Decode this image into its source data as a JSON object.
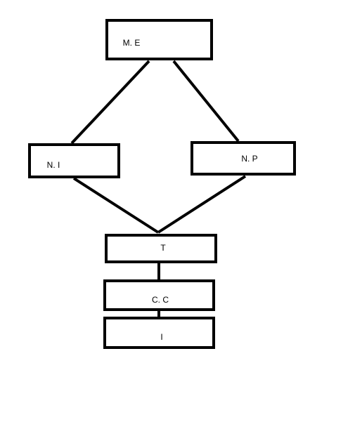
{
  "colors": {
    "background": "#ffffff",
    "stroke": "#000000",
    "text": "#000000"
  },
  "nodes": {
    "me": "M. E",
    "ni": "N. I",
    "np": "N. P",
    "t": "T",
    "cc": "C. C",
    "i": "I"
  }
}
